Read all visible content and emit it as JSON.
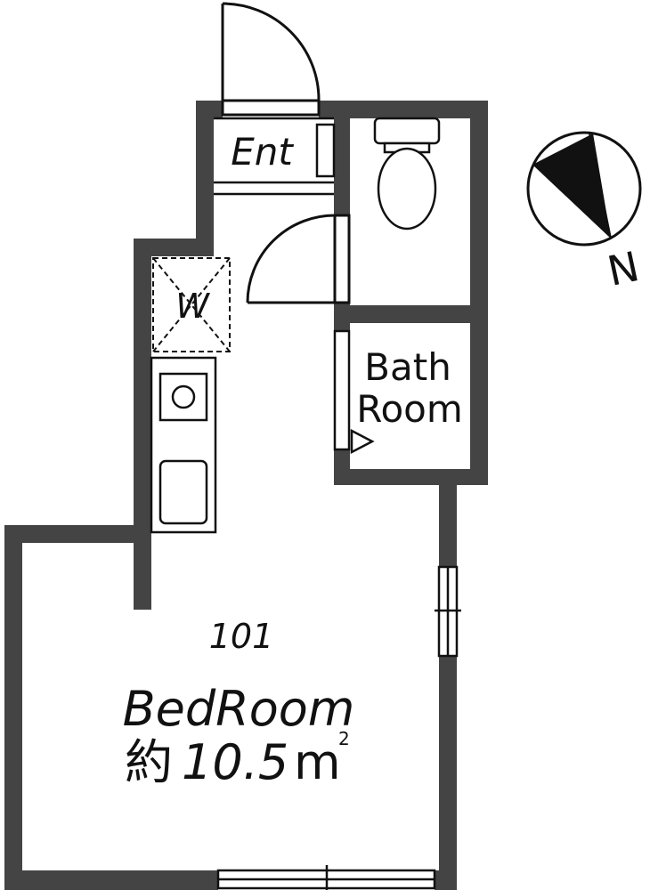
{
  "colors": {
    "wall": "#444444",
    "line": "#111111",
    "background": "#ffffff"
  },
  "rooms": {
    "entrance": "Ent",
    "washer": "W",
    "bath_line1": "Bath",
    "bath_line2": "Room",
    "unit_number": "101",
    "bedroom_name": "BedRoom",
    "bedroom_area_prefix": "約",
    "bedroom_area_value": "10.5",
    "bedroom_area_unit": "m",
    "bedroom_area_sup": "2"
  },
  "compass": {
    "label": "N",
    "icon": "north-arrow-icon"
  }
}
